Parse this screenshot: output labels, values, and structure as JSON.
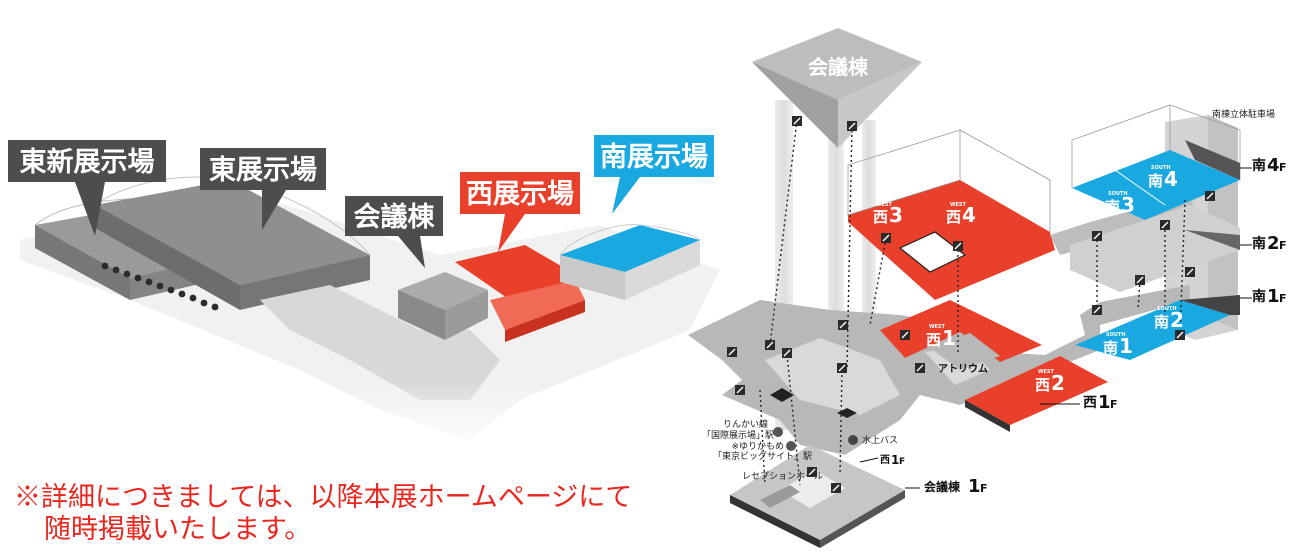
{
  "left_map": {
    "labels": {
      "east_new": "東新展示場",
      "east": "東展示場",
      "conference": "会議棟",
      "west": "西展示場",
      "south": "南展示場"
    },
    "colors": {
      "dark_label": "#4d4d4d",
      "west": "#e8402a",
      "south": "#1aa8e0"
    }
  },
  "right_map": {
    "conference_top": "会議棟",
    "parking": "南棟立体駐車場",
    "floors": {
      "south_4f_a": "南",
      "south_4f_b": "4",
      "south_4f_c": "F",
      "south_2f_a": "南",
      "south_2f_b": "2",
      "south_2f_c": "F",
      "south_1f_a": "南",
      "south_1f_b": "1",
      "south_1f_c": "F",
      "west_1f_a": "西",
      "west_1f_b": "1",
      "west_1f_c": "F",
      "conf_1f_a": "会議棟",
      "conf_1f_b": "1",
      "conf_1f_c": "F",
      "west_1f_small_a": "西",
      "west_1f_small_b": "1",
      "west_1f_small_c": "F"
    },
    "halls": {
      "west3_tag": "WEST",
      "west3_a": "西",
      "west3_b": "3",
      "west4_tag": "WEST",
      "west4_a": "西",
      "west4_b": "4",
      "west1_tag": "WEST",
      "west1_a": "西",
      "west1_b": "1",
      "west2_tag": "WEST",
      "west2_a": "西",
      "west2_b": "2",
      "south3_tag": "SOUTH",
      "south3_a": "南",
      "south3_b": "3",
      "south4_tag": "SOUTH",
      "south4_a": "南",
      "south4_b": "4",
      "south1_tag": "SOUTH",
      "south1_a": "南",
      "south1_b": "1",
      "south2_tag": "SOUTH",
      "south2_a": "南",
      "south2_b": "2"
    },
    "places": {
      "atrium": "アトリウム",
      "rinkai_1": "りんかい線",
      "rinkai_2": "「国際展示場」駅",
      "yurikamome_1": "※ゆりかもめ",
      "yurikamome_2": "「東京ビッグサイト」駅",
      "bus": "水上バス",
      "reception": "レセプションホール"
    },
    "colors": {
      "west": "#e8402a",
      "south": "#1aa8e0",
      "gray": "#b8b8b8"
    }
  },
  "note": {
    "line1": "※詳細につきましては、以降本展ホームページにて",
    "line2": "随時掲載いたします。"
  }
}
